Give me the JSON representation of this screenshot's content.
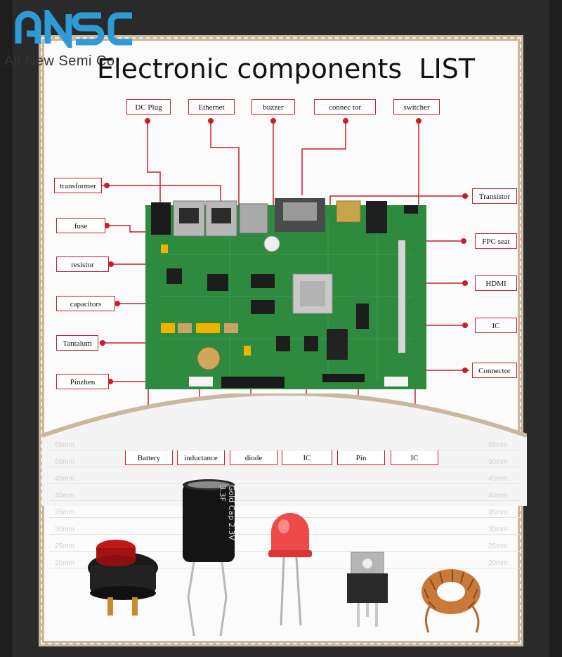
{
  "brand": {
    "logo_text": "ANSC",
    "tagline": "All New Semi Co"
  },
  "page": {
    "title": "Electronic components  LIST"
  },
  "top_labels": [
    "DC  Plug",
    "Ethernet",
    "buzzer",
    "connec tor",
    "switcher"
  ],
  "left_labels": [
    "transformer",
    "fuse",
    "resistor",
    "capacitors",
    "Tantalum",
    "Pinzhen"
  ],
  "right_labels": [
    "Transistor",
    "FPC seat",
    "HDMI",
    "IC",
    "Connector"
  ],
  "bottom_labels": [
    "Battery",
    "inductance",
    "diode",
    "IC",
    "Pin",
    "IC"
  ],
  "ruler_marks": [
    "55mm",
    "50mm",
    "45mm",
    "40mm",
    "35mm",
    "30mm",
    "25mm",
    "20mm"
  ],
  "capacitor_print": {
    "line1": "Gold Cap",
    "line2": "2.3V 3.3F"
  },
  "colors": {
    "accent_red": "#c8202a",
    "logo_blue": "#2e9ad6",
    "pcb_green": "#2d8a3e",
    "frame_tan": "#c9b79f"
  },
  "photo_parts": [
    "push-button",
    "super-capacitor",
    "red-led",
    "to220-transistor",
    "toroid-inductor"
  ]
}
